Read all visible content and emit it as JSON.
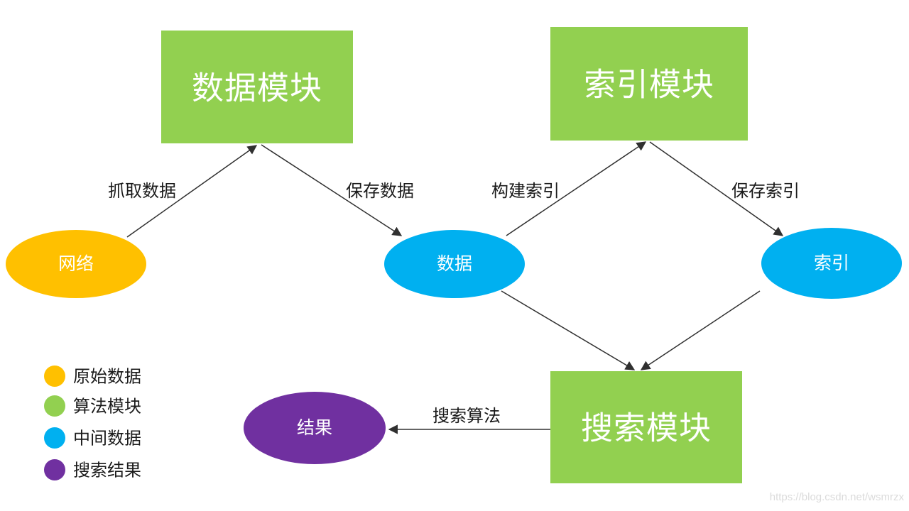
{
  "colors": {
    "algorithm_module": "#92D050",
    "raw_data": "#FFC000",
    "intermediate_data": "#00B0F0",
    "search_result": "#7030A0",
    "edge_line": "#303030",
    "watermark": "#DBDBDB"
  },
  "nodes": {
    "data_module": {
      "label": "数据模块"
    },
    "index_module": {
      "label": "索引模块"
    },
    "search_module": {
      "label": "搜索模块"
    },
    "network": {
      "label": "网络"
    },
    "data": {
      "label": "数据"
    },
    "index": {
      "label": "索引"
    },
    "result": {
      "label": "结果"
    }
  },
  "edges": {
    "fetch_data": {
      "label": "抓取数据",
      "from": "网络",
      "to": "数据模块"
    },
    "save_data": {
      "label": "保存数据",
      "from": "数据模块",
      "to": "数据"
    },
    "build_index": {
      "label": "构建索引",
      "from": "数据",
      "to": "索引模块"
    },
    "save_index": {
      "label": "保存索引",
      "from": "索引模块",
      "to": "索引"
    },
    "data_to_search": {
      "label": "",
      "from": "数据",
      "to": "搜索模块"
    },
    "index_to_search": {
      "label": "",
      "from": "索引",
      "to": "搜索模块"
    },
    "search_algorithm": {
      "label": "搜索算法",
      "from": "搜索模块",
      "to": "结果"
    }
  },
  "legend": {
    "items": [
      {
        "label": "原始数据",
        "color": "#FFC000"
      },
      {
        "label": "算法模块",
        "color": "#92D050"
      },
      {
        "label": "中间数据",
        "color": "#00B0F0"
      },
      {
        "label": "搜索结果",
        "color": "#7030A0"
      }
    ]
  },
  "watermark": {
    "text": "https://blog.csdn.net/wsmrzx"
  }
}
